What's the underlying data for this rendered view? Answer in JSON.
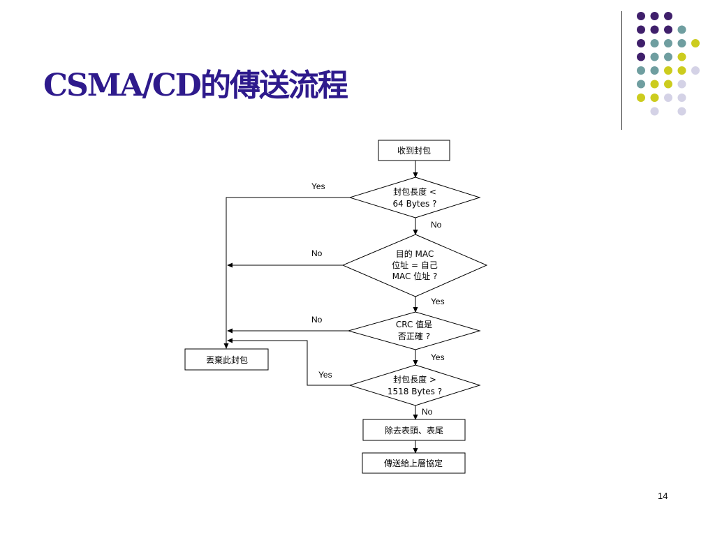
{
  "slide": {
    "title": "CSMA/CD的傳送流程",
    "page_number": "14"
  },
  "theme": {
    "title_color": "#2e1a8c",
    "dot_colors": {
      "purple": "#3f1f6b",
      "teal": "#6f9ea0",
      "yellow": "#cccc1e",
      "lavender": "#d4d2e6"
    }
  },
  "dot_grid": [
    [
      "purple",
      "purple",
      "purple",
      null,
      null
    ],
    [
      "purple",
      "purple",
      "purple",
      "teal",
      null
    ],
    [
      "purple",
      "teal",
      "teal",
      "teal",
      "yellow"
    ],
    [
      "purple",
      "teal",
      "teal",
      "yellow",
      null
    ],
    [
      "teal",
      "teal",
      "yellow",
      "yellow",
      "lavender"
    ],
    [
      "teal",
      "yellow",
      "yellow",
      "lavender",
      null
    ],
    [
      "yellow",
      "yellow",
      "lavender",
      "lavender",
      null
    ],
    [
      null,
      "lavender",
      null,
      "lavender",
      null
    ]
  ],
  "flowchart": {
    "start": "收到封包",
    "decision1": {
      "line1": "封包長度 <",
      "line2": "64 Bytes ?"
    },
    "decision2": {
      "line1": "目的  MAC",
      "line2": "位址 = 自己",
      "line3": "MAC 位址 ?"
    },
    "decision3": {
      "line1": "CRC 值是",
      "line2": "否正確 ?"
    },
    "decision4": {
      "line1": "封包長度  >",
      "line2": "1518 Bytes ?"
    },
    "discard": "丟棄此封包",
    "strip": "除去表頭、表尾",
    "deliver": "傳送給上層協定",
    "labels": {
      "d1_yes": "Yes",
      "d1_no": "No",
      "d2_no": "No",
      "d2_yes": "Yes",
      "d3_no": "No",
      "d3_yes": "Yes",
      "d4_yes": "Yes",
      "d4_no": "No"
    }
  }
}
